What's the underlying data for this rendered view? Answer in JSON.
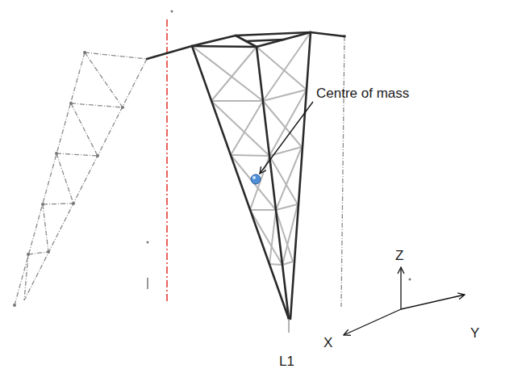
{
  "diagram": {
    "labels": [
      "Centre of mass",
      "L1",
      "Z",
      "Y",
      "X"
    ]
  }
}
